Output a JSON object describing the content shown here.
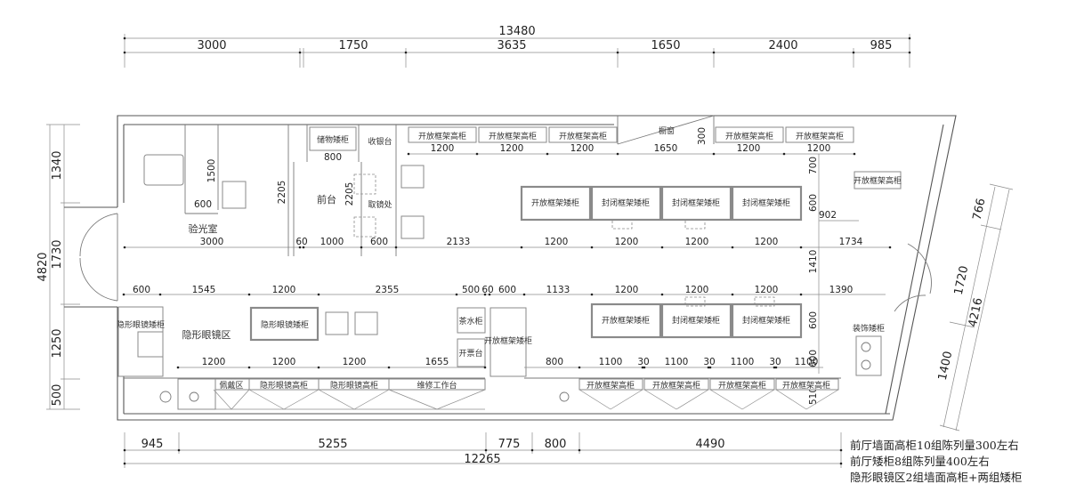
{
  "top_dims": {
    "total": "13480",
    "segments": [
      "3000",
      "1750",
      "3635",
      "1650",
      "2400",
      "985"
    ]
  },
  "left_dims": {
    "total": "4820",
    "segments": [
      "1340",
      "1730",
      "1250",
      "500"
    ]
  },
  "right_dims": {
    "segments": [
      "766",
      "1720",
      "1400"
    ],
    "total": "4216"
  },
  "bottom_dims": {
    "segments": [
      "945",
      "5255",
      "775",
      "800",
      "4490"
    ],
    "total": "12265"
  },
  "interior_dims": {
    "top_row": [
      "1200",
      "1200",
      "1200",
      "1650",
      "1200",
      "1200"
    ],
    "d300": "300",
    "d700": "700",
    "d600a": "600",
    "d902": "902",
    "d1500": "1500",
    "d600_exam": "600",
    "d2205a": "2205",
    "d800": "800",
    "d2205b": "2205",
    "mid_row": [
      "3000",
      "60",
      "1000",
      "600",
      "2133",
      "1200",
      "1200",
      "1200",
      "1200",
      "1734"
    ],
    "d1410": "1410",
    "row3": [
      "600",
      "1545",
      "1200",
      "2355",
      "500",
      "60",
      "600",
      "1133",
      "1200",
      "1200",
      "1200",
      "1390"
    ],
    "d600b": "600",
    "row4_left": [
      "1200",
      "1200",
      "1200",
      "1655"
    ],
    "row4_right": [
      "800",
      "1100",
      "30",
      "1100",
      "30",
      "1100",
      "30",
      "1100"
    ],
    "d600c": "600",
    "d510": "510"
  },
  "labels": {
    "tall_cabinet": "开放框架高柜",
    "storage_cabinet": "储物矮柜",
    "cashier": "收银台",
    "chuchuang": "橱窗",
    "front_desk": "前台",
    "pickup": "取镜处",
    "exam_room": "验光室",
    "open_low": "开放框架矮柜",
    "closed_low": "封闭框架矮柜",
    "contact_zone": "隐形眼镜区",
    "contact_low": "隐形眼镜矮柜",
    "tea": "茶水柜",
    "invoice": "开票台",
    "decor_low": "装饰矮柜",
    "fitting": "佩戴区",
    "contact_tall": "隐形眼镜高柜",
    "repair": "维修工作台"
  },
  "notes": [
    "前厅墙面高柜10组陈列量300左右",
    "前厅矮柜8组陈列量400左右",
    "隐形眼镜区2组墙面高柜+两组矮柜"
  ]
}
